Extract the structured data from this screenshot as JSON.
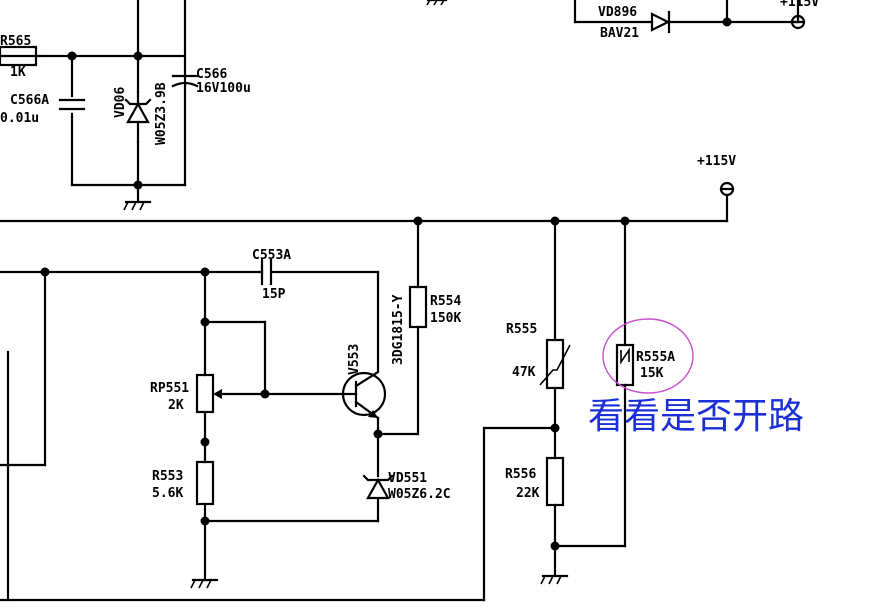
{
  "colors": {
    "line": "#000000",
    "note": "#1a2fd6",
    "circle": "#c94fc9"
  },
  "labels": {
    "r565": "R565",
    "r565_val": "1K",
    "c566a": "C566A",
    "c566a_val": "0.01u",
    "vd06": "VD06",
    "vd06_val": "W05Z3.9B",
    "c566": "C566",
    "c566_val": "16V100u",
    "vd896": "VD896",
    "vd896_val": "BAV21",
    "v_top": "+115V",
    "v_right": "+115V",
    "c553a": "C553A",
    "c553a_val": "15P",
    "v553": "V553",
    "v553_val": "3DG1815-Y",
    "r554": "R554",
    "r554_val": "150K",
    "r555": "R555",
    "r555_val": "47K",
    "r555a": "R555A",
    "r555a_val": "15K",
    "rp551": "RP551",
    "rp551_val": "2K",
    "r553": "R553",
    "r553_val": "5.6K",
    "vd551": "VD551",
    "vd551_val": "W05Z6.2C",
    "r556": "R556",
    "r556_val": "22K"
  },
  "annotation": {
    "text": "看看是否开路"
  }
}
